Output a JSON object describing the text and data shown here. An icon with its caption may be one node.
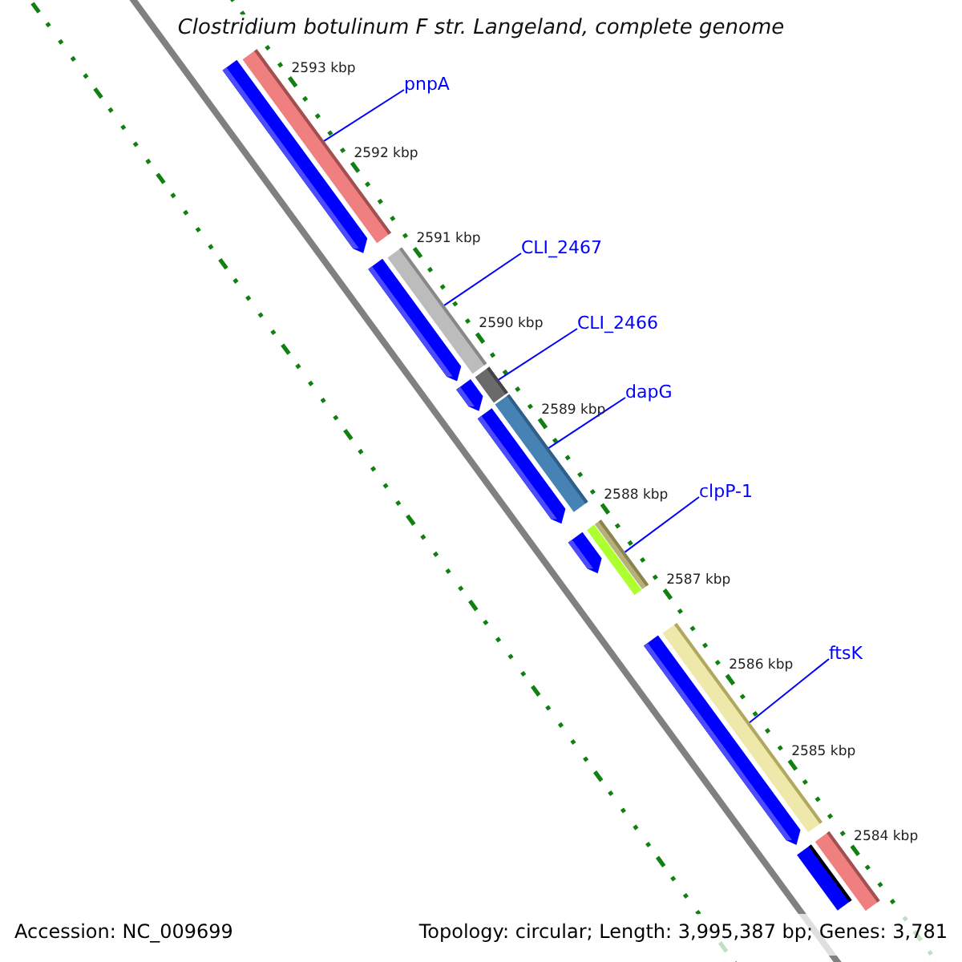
{
  "diagram": {
    "title": "Clostridium botulinum F str. Langeland, complete genome",
    "nodes": [
      {
        "text": [
          "pnpA"
        ]
      },
      {
        "text": [],
        "shape": "bar"
      },
      {
        "text": [
          "CLI_2467"
        ]
      },
      {
        "text": [],
        "shape": "bar"
      },
      {
        "text": [
          "CLI_2466"
        ]
      },
      {
        "text": [],
        "shape": "bar"
      },
      {
        "text": [
          "dapG"
        ]
      },
      {
        "text": [],
        "shape": "bar"
      },
      {
        "text": [
          "clpP-1"
        ]
      },
      {
        "text": [],
        "shape": "bar"
      },
      {
        "text": [
          "ftsK"
        ]
      },
      {
        "text": [],
        "shape": "bar"
      },
      {
        "text": [],
        "shape": "bar"
      },
      {
        "text": [],
        "shape": "bar"
      },
      {
        "text": [],
        "shape": "bar"
      },
      {
        "text": [],
        "shape": "bar"
      },
      {
        "text": [],
        "shape": "bar"
      },
      {
        "text": [],
        "shape": "bar"
      },
      {
        "text": [],
        "shape": "bar"
      },
      {
        "text": [],
        "shape": "bar"
      },
      {
        "text": [],
        "shape": "bar"
      }
    ],
    "edges": [
      {
        "from": 0,
        "to": 1,
        "arrow": "none"
      },
      {
        "from": 2,
        "to": 3,
        "arrow": "none"
      },
      {
        "from": 4,
        "to": 5,
        "arrow": "none"
      },
      {
        "from": 6,
        "to": 7,
        "arrow": "none"
      },
      {
        "from": 8,
        "to": 9,
        "arrow": "none"
      },
      {
        "from": 10,
        "to": 11,
        "arrow": "none"
      }
    ],
    "labels": [
      "2593 kbp",
      "2592 kbp",
      "2591 kbp",
      "2590 kbp",
      "2589 kbp",
      "2588 kbp",
      "2587 kbp",
      "2586 kbp",
      "2585 kbp",
      "2584 kbp",
      "Accession: NC_009699",
      "Topology: circular; Length: 3,995,387 bp; Genes: 3,781"
    ]
  }
}
